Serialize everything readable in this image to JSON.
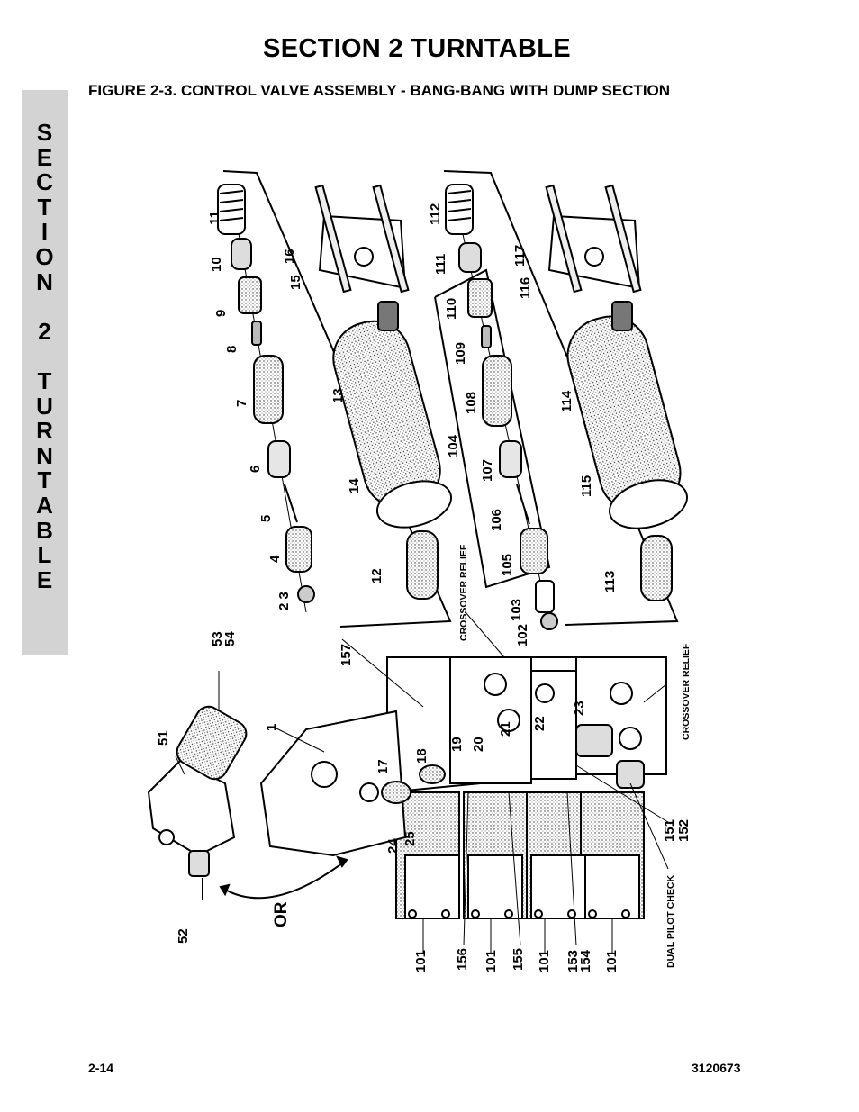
{
  "header": {
    "section_title": "SECTION 2   TURNTABLE",
    "figure_caption": "FIGURE 2-3.    CONTROL VALVE ASSEMBLY - BANG-BANG WITH DUMP SECTION"
  },
  "side_tab": {
    "text": "S\nE\nC\nT\nI\nO\nN\n \n2\n \nT\nU\nR\nN\nT\nA\nB\nL\nE"
  },
  "drawing": {
    "labels": {
      "crossover_relief_left": "CROSSOVER RELIEF",
      "crossover_relief_right": "CROSSOVER RELIEF",
      "dual_pilot_check": "DUAL PILOT CHECK",
      "or": "OR"
    },
    "callouts": {
      "c1": "1",
      "c2_3": "2  3",
      "c4": "4",
      "c5": "5",
      "c6": "6",
      "c7": "7",
      "c8": "8",
      "c9": "9",
      "c10": "10",
      "c11": "11",
      "c12": "12",
      "c13": "13",
      "c14": "14",
      "c15": "15",
      "c16": "16",
      "c17": "17",
      "c18": "18",
      "c19": "19",
      "c20": "20",
      "c21": "21",
      "c22": "22",
      "c23": "23",
      "c24": "24",
      "c25": "25",
      "c51": "51",
      "c52": "52",
      "c53": "53",
      "c54": "54",
      "c101a": "101",
      "c101b": "101",
      "c101c": "101",
      "c101d": "101",
      "c102": "102",
      "c103": "103",
      "c104": "104",
      "c105": "105",
      "c106": "106",
      "c107": "107",
      "c108": "108",
      "c109": "109",
      "c110": "110",
      "c111": "111",
      "c112": "112",
      "c113": "113",
      "c114": "114",
      "c115": "115",
      "c116": "116",
      "c117": "117",
      "c151": "151",
      "c152": "152",
      "c153": "153",
      "c154": "154",
      "c155": "155",
      "c156": "156",
      "c157": "157"
    }
  },
  "footer": {
    "page_number": "2-14",
    "document_number": "3120673"
  }
}
